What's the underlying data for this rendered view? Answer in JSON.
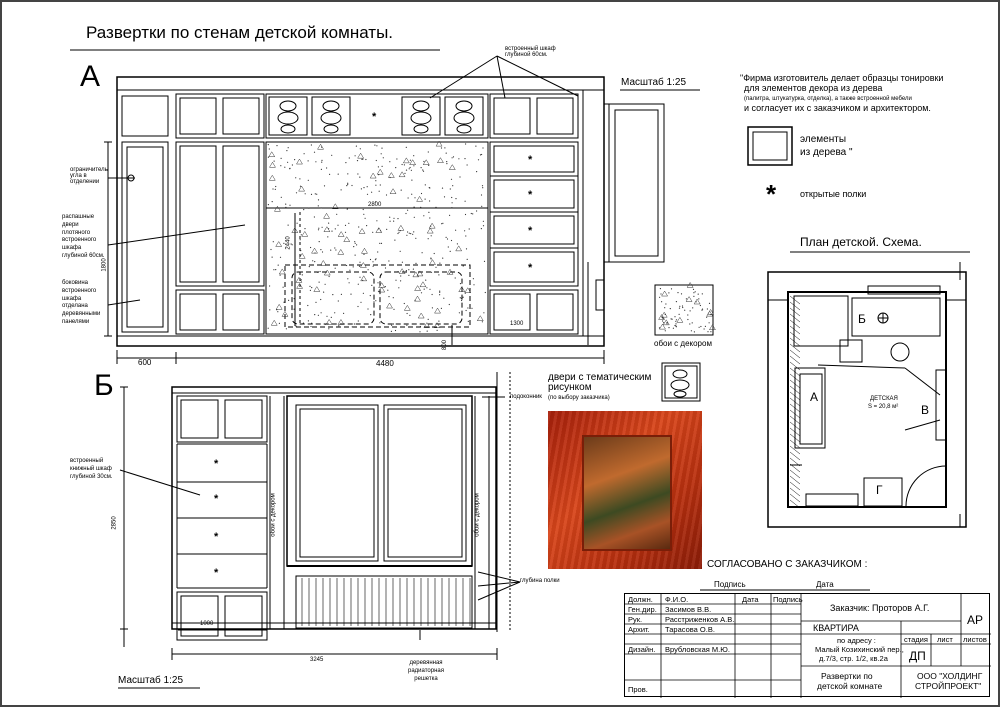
{
  "title": "Развертки по стенам детской комнаты.",
  "wall_a": {
    "label": "А",
    "scale": "Масштаб 1:25",
    "callout_top": "встроенный шкаф глубиной 60см.",
    "callout_left_top": "ограничитель угла в отделении",
    "callout_doors": "распашные двери плотяного встроенного шкафа глубиной 60см.",
    "callout_side": "боковина встроенного шкафа отделана деревянными панелями",
    "dim_width": "4480",
    "dim_left": "600",
    "dim_inner": "2800",
    "dim_h": "1800",
    "dim_bed": "2440",
    "dim_r": "1300",
    "dim_b": "800",
    "wallpaper_label": "обои с декором"
  },
  "wall_b": {
    "label": "Б",
    "scale": "Масштаб 1:25",
    "callout_shelf": "встроенный книжный шкаф глубиной 30см.",
    "dim_height": "2850",
    "dim_width": "3245",
    "dim_small": "1000",
    "vertical_label_1": "обои с декором",
    "vertical_label_2": "обои с декором",
    "callout_right_top": "подоконник",
    "callout_right_bottom": "глубина полки",
    "radiator_label": "деревянная радиаторная решетка"
  },
  "notes": {
    "quote_line1": "\"Фирма изготовитель делает образцы тонировки",
    "quote_line2": "для элементов декора из дерева",
    "quote_line3": "(палитра, штукатурка, отделка), а также встроенной мебели",
    "quote_line4": "и согласует их с заказчиком и архитектором.",
    "wood_elements": "элементы\nиз дерева \"",
    "open_shelves": "открытые полки",
    "asterisk": "*"
  },
  "plan": {
    "title": "План детской. Схема.",
    "labels": [
      "А",
      "Б",
      "В",
      "Г"
    ],
    "room_name": "ДЕТСКАЯ",
    "room_area": "S = 20,8 м²"
  },
  "doors_theme": {
    "line1": "двери с тематическим",
    "line2": "рисунком",
    "line3": "(по выбору заказчика)"
  },
  "approval": {
    "heading": "СОГЛАСОВАНО С ЗАКАЗЧИКОМ :",
    "signature": "Подпись",
    "date": "Дата"
  },
  "stamp": {
    "h_role": "Должн.",
    "h_name": "Ф.И.О.",
    "h_date": "Дата",
    "h_sign": "Подпись",
    "rows": [
      {
        "role": "Ген.дир.",
        "name": "Засимов В.В."
      },
      {
        "role": "Рук.",
        "name": "Расстриженков А.В."
      },
      {
        "role": "Архит.",
        "name": "Тарасова О.В."
      },
      {
        "role": "Дизайн.",
        "name": "Врубловская М.Ю."
      },
      {
        "role": "Пров.",
        "name": ""
      }
    ],
    "customer": "Заказчик:   Проторов А.Г.",
    "object": "КВАРТИРА",
    "address_1": "по адресу :",
    "address_2": "Малый Козихинский пер.,",
    "address_3": "д.7/3, стр. 1/2, кв.2а",
    "sheet_title_1": "Развертки по",
    "sheet_title_2": "детской комнате",
    "h_stage": "стадия",
    "h_sheet": "лист",
    "h_sheets": "листов",
    "stage": "ДП",
    "code": "АР",
    "company_1": "ООО \"ХОЛДИНГ",
    "company_2": "СТРОЙПРОЕКТ\""
  }
}
